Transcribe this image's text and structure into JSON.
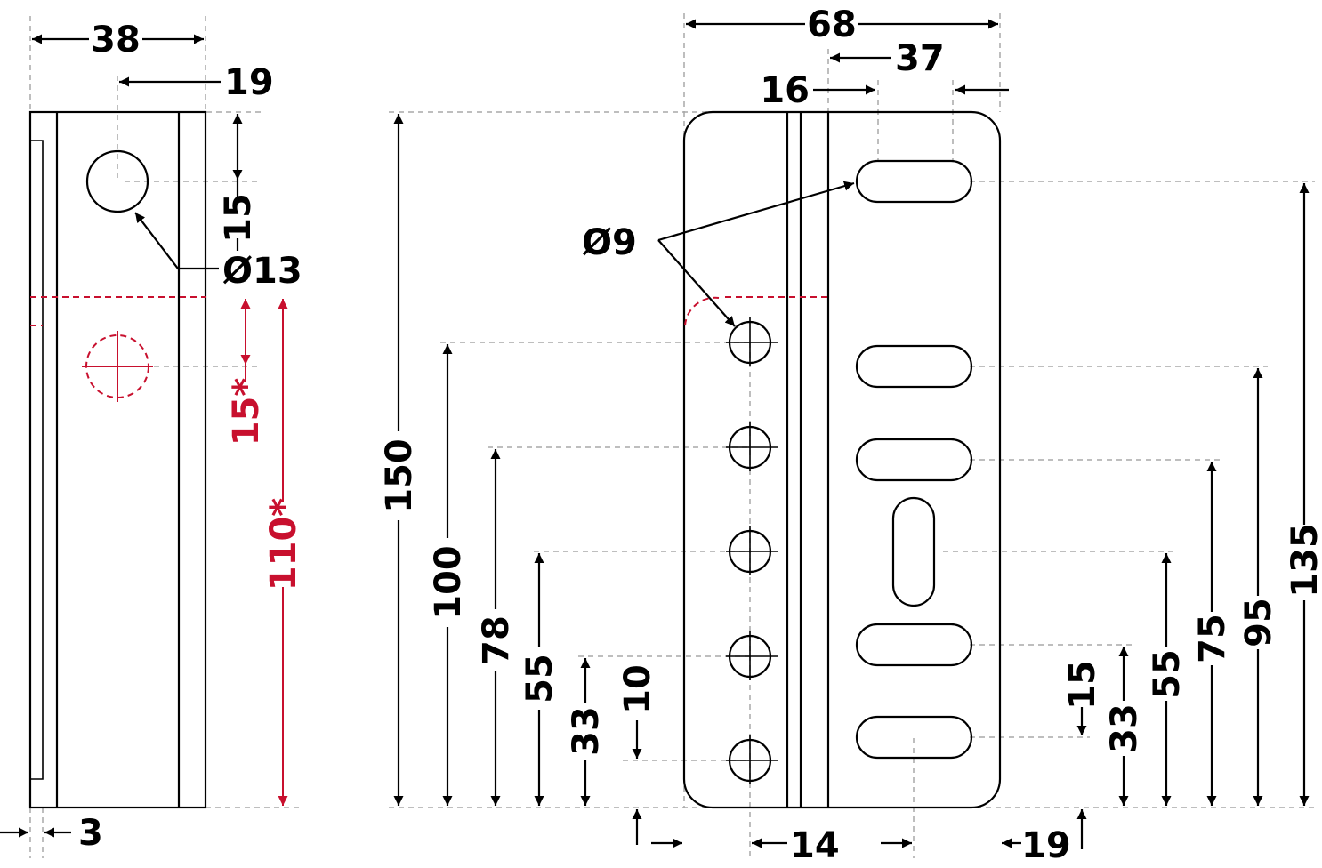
{
  "side_view": {
    "width_total": "38",
    "hole_offset": "19",
    "hole_from_top": "15",
    "hole_diameter": "Ø13",
    "thickness": "3",
    "alt_hole_from_line": "15*",
    "alt_height": "110*"
  },
  "front_view": {
    "width_total": "68",
    "slot_width": "37",
    "slot_offset": "16",
    "hole_diameter": "Ø9",
    "bottom_left_offset": "14",
    "bottom_right_offset": "19",
    "left_heights": [
      "150",
      "100",
      "78",
      "55",
      "33",
      "10"
    ],
    "right_heights": [
      "135",
      "95",
      "75",
      "55",
      "33",
      "15"
    ]
  },
  "colors": {
    "line": "#000000",
    "extension_line": "#a8a8a8",
    "alternative_red": "#c8102e"
  }
}
